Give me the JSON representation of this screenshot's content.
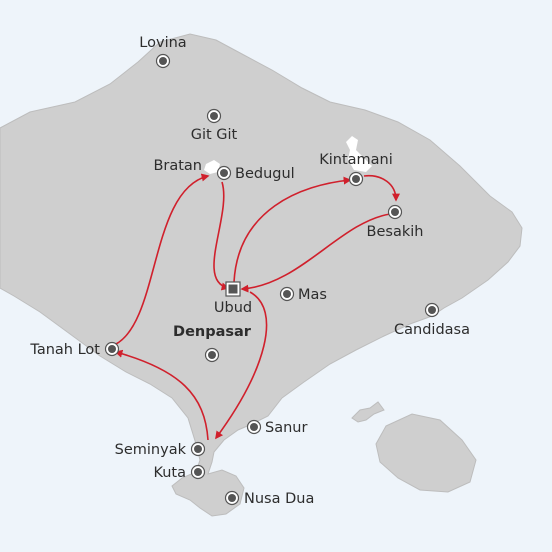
{
  "map": {
    "colors": {
      "sea": "#eef4fa",
      "land": "#cfcfcf",
      "land_edge": "#bdbdbd",
      "lake": "#ffffff",
      "route": "#d0202c",
      "marker_fill": "#555555",
      "marker_ring": "#ffffff",
      "text": "#2d2d2d"
    },
    "places": [
      {
        "id": "lovina",
        "label": "Lovina",
        "marker": "dot"
      },
      {
        "id": "git-git",
        "label": "Git Git",
        "marker": "dot"
      },
      {
        "id": "bratan",
        "label": "Bratan",
        "marker": "none"
      },
      {
        "id": "bedugul",
        "label": "Bedugul",
        "marker": "dot"
      },
      {
        "id": "kintamani",
        "label": "Kintamani",
        "marker": "dot"
      },
      {
        "id": "besakih",
        "label": "Besakih",
        "marker": "dot"
      },
      {
        "id": "ubud",
        "label": "Ubud",
        "marker": "square"
      },
      {
        "id": "mas",
        "label": "Mas",
        "marker": "dot"
      },
      {
        "id": "candidasa",
        "label": "Candidasa",
        "marker": "dot"
      },
      {
        "id": "tanah-lot",
        "label": "Tanah Lot",
        "marker": "dot"
      },
      {
        "id": "denpasar",
        "label": "Denpasar",
        "marker": "dot",
        "capital": true
      },
      {
        "id": "sanur",
        "label": "Sanur",
        "marker": "dot"
      },
      {
        "id": "seminyak",
        "label": "Seminyak",
        "marker": "dot"
      },
      {
        "id": "kuta",
        "label": "Kuta",
        "marker": "dot"
      },
      {
        "id": "nusa-dua",
        "label": "Nusa Dua",
        "marker": "dot"
      }
    ],
    "route": [
      {
        "from": "Seminyak",
        "to": "Tanah Lot"
      },
      {
        "from": "Tanah Lot",
        "to": "Bedugul"
      },
      {
        "from": "Bedugul",
        "to": "Ubud"
      },
      {
        "from": "Ubud",
        "to": "Kintamani"
      },
      {
        "from": "Kintamani",
        "to": "Besakih"
      },
      {
        "from": "Besakih",
        "to": "Ubud"
      },
      {
        "from": "Ubud",
        "to": "Seminyak"
      }
    ]
  }
}
